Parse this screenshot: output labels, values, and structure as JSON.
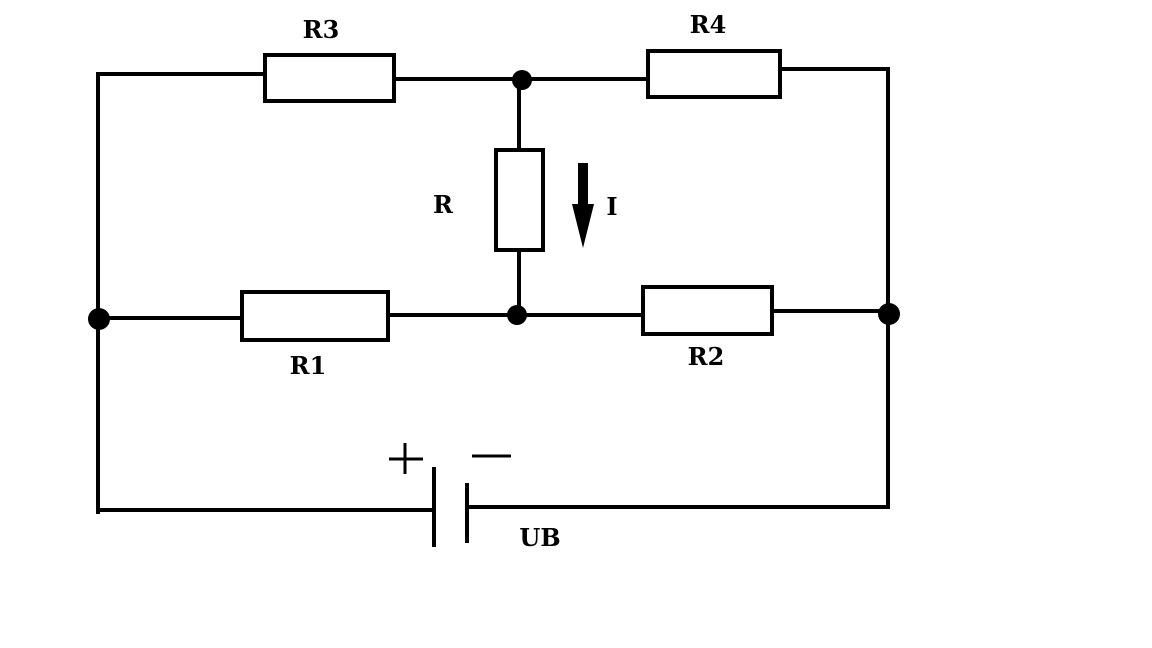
{
  "labels": {
    "r1": "R1",
    "r2": "R2",
    "r3": "R3",
    "r4": "R4",
    "r": "R",
    "current": "I",
    "source": "UB"
  },
  "colors": {
    "line": "#000000",
    "background": "#ffffff"
  }
}
